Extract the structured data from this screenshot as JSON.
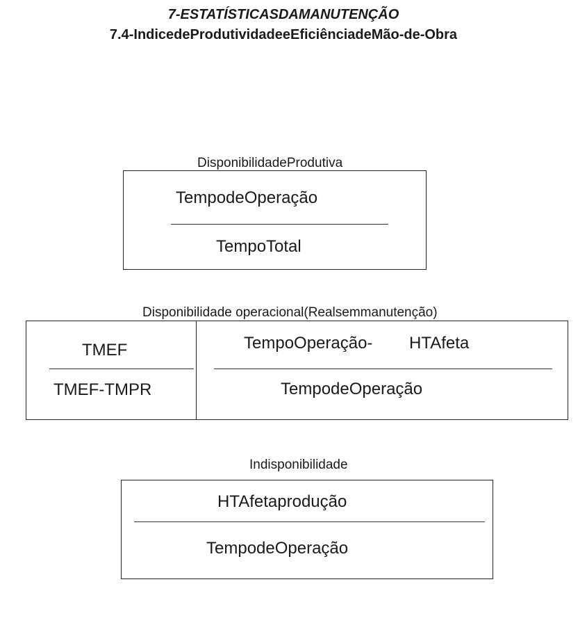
{
  "header": {
    "title": "7-ESTATÍSTICASDAMANUTENÇÃO",
    "subtitle": "7.4-IndicedeProdutividadeeEficiênciadeMão-de-Obra"
  },
  "disponibilidade_produtiva": {
    "caption": "DisponibilidadeProdutiva",
    "numerator": "TempodeOperação",
    "denominator": "TempoTotal"
  },
  "disponibilidade_operacional": {
    "caption": "Disponibilidade  operacional(Realsemmanutenção)",
    "left": {
      "numerator": "TMEF",
      "denominator": "TMEF-TMPR"
    },
    "right": {
      "numerator_a": "TempoOperação-",
      "numerator_b": "HTAfeta",
      "denominator": "TempodeOperação"
    }
  },
  "indisponibilidade": {
    "caption": "Indisponibilidade",
    "numerator": "HTAfetaprodução",
    "denominator": "TempodeOperação"
  }
}
